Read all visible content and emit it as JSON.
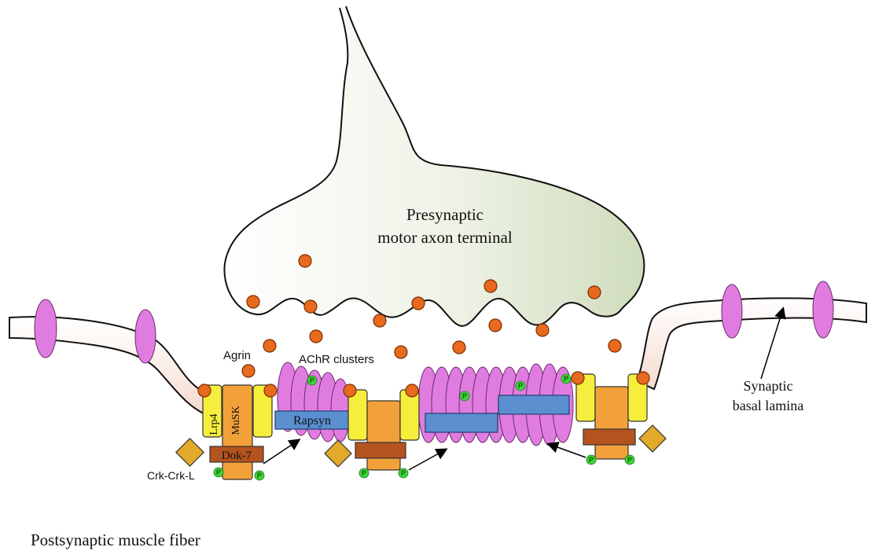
{
  "labels": {
    "presynaptic_line1": "Presynaptic",
    "presynaptic_line2": "motor axon terminal",
    "agrin": "Agrin",
    "achr_clusters": "AChR clusters",
    "lrp4": "Lrp4",
    "musk": "MuSK",
    "rapsyn": "Rapsyn",
    "dok7": "Dok-7",
    "crk": "Crk-Crk-L",
    "synaptic_line1": "Synaptic",
    "synaptic_line2": "basal lamina",
    "postsynaptic": "Postsynaptic muscle fiber",
    "phospho": "P"
  },
  "colors": {
    "terminal_fill": "#e6ecdc",
    "agrin_dot": "#e86a1e",
    "achr": "#e07ce0",
    "lrp4": "#f6ee3c",
    "musk": "#f2a13a",
    "dok7": "#b5531f",
    "rapsyn": "#5b8fd0",
    "crk": "#e2a92a",
    "phospho": "#3dd43d",
    "membrane": "#f7e6df"
  }
}
